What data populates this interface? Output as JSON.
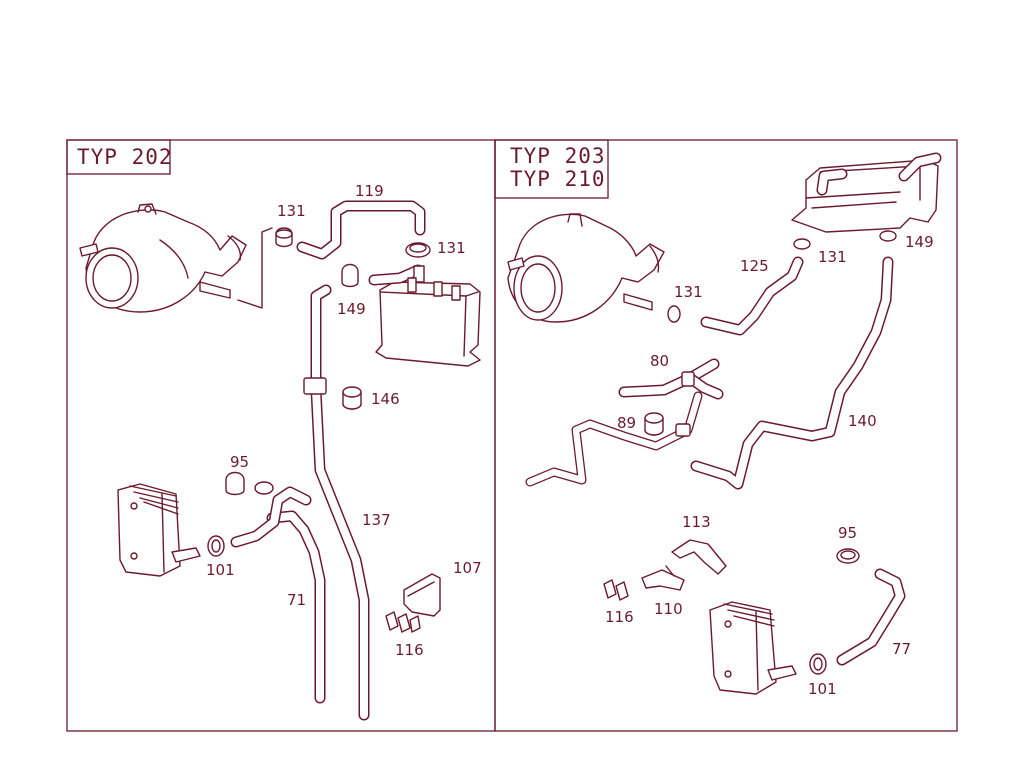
{
  "panels": [
    {
      "header_lines": [
        "TYP 202"
      ],
      "labels": [
        "119",
        "131",
        "131",
        "149",
        "146",
        "137",
        "95",
        "101",
        "71",
        "107",
        "116"
      ]
    },
    {
      "header_lines": [
        "TYP 203",
        "TYP 210"
      ],
      "labels": [
        "149",
        "131",
        "125",
        "131",
        "80",
        "89",
        "140",
        "113",
        "95",
        "116",
        "110",
        "77",
        "101"
      ]
    }
  ]
}
